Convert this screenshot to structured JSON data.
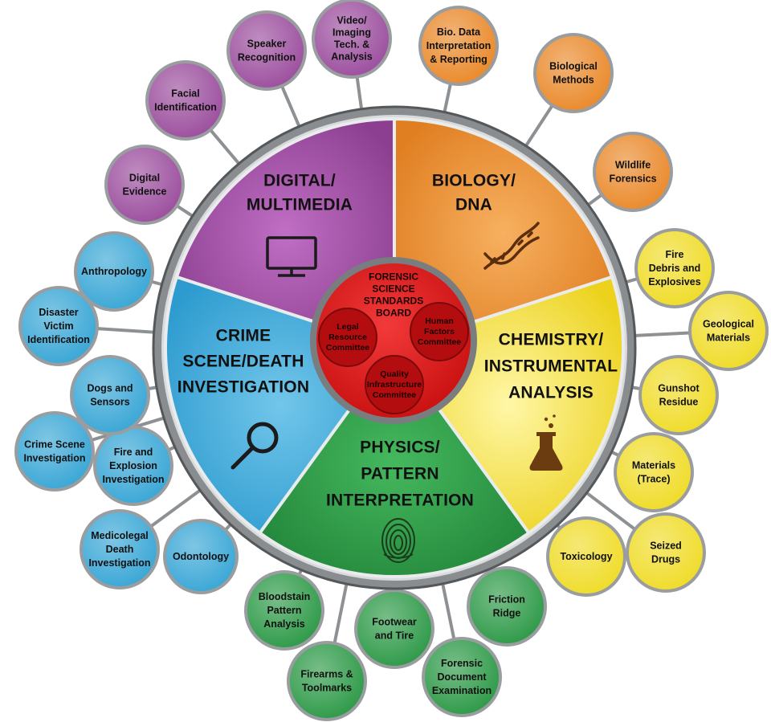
{
  "board": {
    "title_lines": [
      "FORENSIC",
      "SCIENCE",
      "STANDARDS",
      "BOARD"
    ],
    "committees": [
      {
        "lines": [
          "Legal",
          "Resource",
          "Committee"
        ]
      },
      {
        "lines": [
          "Human",
          "Factors",
          "Committee"
        ]
      },
      {
        "lines": [
          "Quality",
          "Infrastructure",
          "Committee"
        ]
      }
    ]
  },
  "sectors": [
    {
      "id": "digital",
      "title_lines": [
        "DIGITAL/",
        "MULTIMEDIA"
      ],
      "icon": "monitor-icon",
      "color": "#9c4f9e",
      "nodes": [
        {
          "lines": [
            "Digital",
            "Evidence"
          ]
        },
        {
          "lines": [
            "Facial",
            "Identification"
          ]
        },
        {
          "lines": [
            "Speaker",
            "Recognition"
          ]
        },
        {
          "lines": [
            "Video/",
            "Imaging",
            "Tech. &",
            "Analysis"
          ]
        }
      ]
    },
    {
      "id": "biology",
      "title_lines": [
        "BIOLOGY/",
        "DNA"
      ],
      "icon": "dna-icon",
      "color": "#ea8a2c",
      "nodes": [
        {
          "lines": [
            "Bio. Data",
            "Interpretation",
            "& Reporting"
          ]
        },
        {
          "lines": [
            "Biological",
            "Methods"
          ]
        },
        {
          "lines": [
            "Wildlife",
            "Forensics"
          ]
        }
      ]
    },
    {
      "id": "chemistry",
      "title_lines": [
        "CHEMISTRY/",
        "INSTRUMENTAL",
        "ANALYSIS"
      ],
      "icon": "flask-icon",
      "color": "#f0dc2a",
      "nodes": [
        {
          "lines": [
            "Fire",
            "Debris and",
            "Explosives"
          ]
        },
        {
          "lines": [
            "Geological",
            "Materials"
          ]
        },
        {
          "lines": [
            "Gunshot",
            "Residue"
          ]
        },
        {
          "lines": [
            "Materials",
            "(Trace)"
          ]
        },
        {
          "lines": [
            "Seized",
            "Drugs"
          ]
        },
        {
          "lines": [
            "Toxicology"
          ]
        }
      ]
    },
    {
      "id": "physics",
      "title_lines": [
        "PHYSICS/",
        "PATTERN",
        "INTERPRETATION"
      ],
      "icon": "fingerprint-icon",
      "color": "#2e9a48",
      "nodes": [
        {
          "lines": [
            "Friction",
            "Ridge"
          ]
        },
        {
          "lines": [
            "Forensic",
            "Document",
            "Examination"
          ]
        },
        {
          "lines": [
            "Footwear",
            "and Tire"
          ]
        },
        {
          "lines": [
            "Firearms &",
            "Toolmarks"
          ]
        },
        {
          "lines": [
            "Bloodstain",
            "Pattern",
            "Analysis"
          ]
        }
      ]
    },
    {
      "id": "crime-scene",
      "title_lines": [
        "CRIME",
        "SCENE/DEATH",
        "INVESTIGATION"
      ],
      "icon": "magnifier-icon",
      "color": "#3aa7d6",
      "nodes": [
        {
          "lines": [
            "Odontology"
          ]
        },
        {
          "lines": [
            "Medicolegal",
            "Death",
            "Investigation"
          ]
        },
        {
          "lines": [
            "Fire and",
            "Explosion",
            "Investigation"
          ]
        },
        {
          "lines": [
            "Crime Scene",
            "Investigation"
          ]
        },
        {
          "lines": [
            "Dogs and",
            "Sensors"
          ]
        },
        {
          "lines": [
            "Disaster",
            "Victim",
            "Identification"
          ]
        },
        {
          "lines": [
            "Anthropology"
          ]
        }
      ]
    }
  ]
}
